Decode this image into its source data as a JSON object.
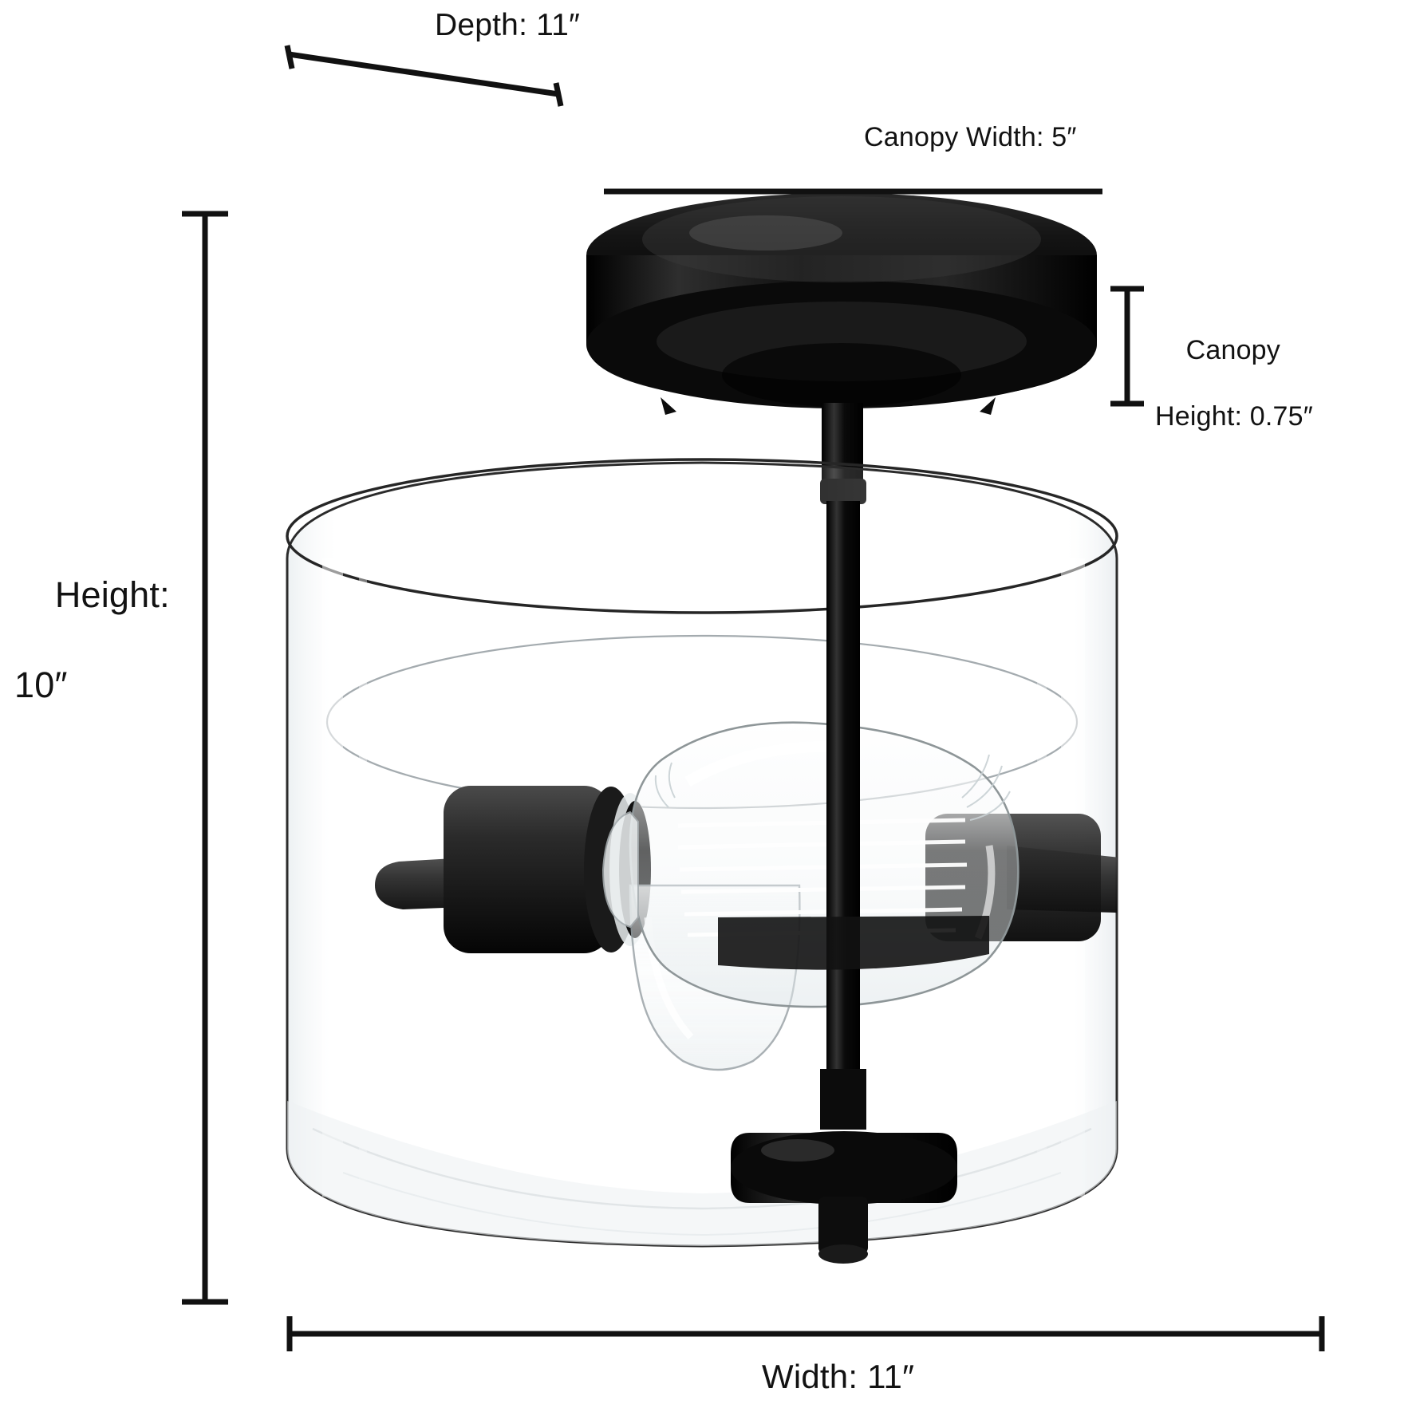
{
  "diagram": {
    "title": "Semi-Flush Mount Ceiling Light Dimension Diagram",
    "background_color": "#ffffff",
    "line_color": "#111111",
    "text_color": "#121212",
    "units": "inches",
    "inch_symbol": "″"
  },
  "dimensions": {
    "depth": {
      "label": "Depth: 11″",
      "name": "Depth",
      "value": "11",
      "unit": "″",
      "orientation": "diagonal"
    },
    "canopy_width": {
      "label": "Canopy Width: 5″",
      "name": "Canopy Width",
      "value": "5",
      "unit": "″",
      "orientation": "horizontal"
    },
    "canopy_height": {
      "label_line1": "Canopy",
      "label_line2": "Height: 0.75″",
      "name": "Canopy Height",
      "value": "0.75",
      "unit": "″",
      "orientation": "vertical"
    },
    "height": {
      "label_line1": "Height:",
      "label_line2": "10″",
      "name": "Height",
      "value": "10",
      "unit": "″",
      "orientation": "vertical"
    },
    "width": {
      "label": "Width: 11″",
      "name": "Width",
      "value": "11",
      "unit": "″",
      "orientation": "horizontal"
    }
  },
  "product": {
    "type": "semi-flush-mount-ceiling-light",
    "shade": "clear glass drum shade",
    "finish_color": "#0d0d0d",
    "glass_color": "#fcfdfd",
    "bulbs": 2,
    "bulb_type": "Edison filament"
  }
}
